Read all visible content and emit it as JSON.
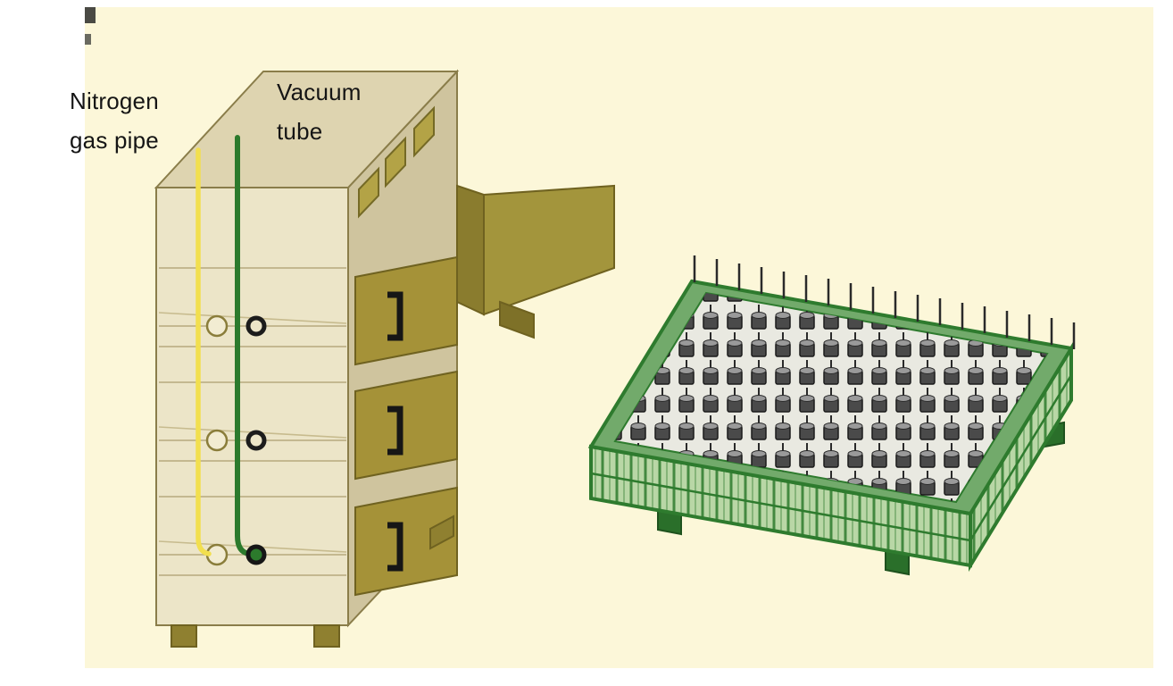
{
  "figure": {
    "labels": {
      "nitrogen_line1": "Nitrogen",
      "nitrogen_line2": "gas pipe",
      "vacuum_line1": "Vacuum",
      "vacuum_line2": "tube"
    },
    "colors": {
      "background": "#fcf7d9",
      "cabinet-front": "#ece5c8",
      "cabinet-top": "#ded4b0",
      "cabinet-side": "#cfc49e",
      "cabinet-outline": "#8a7d4a",
      "drawer-panel": "#a59238",
      "door-panel": "#a3953c",
      "handle": "#161616",
      "nitrogen-pipe": "#f2df4e",
      "vacuum-tube": "#2c7a2c",
      "tray-green": "#2e7b2e",
      "tray-wall": "#b9d7a6",
      "tray-rim": "#72aa6b",
      "component-body": "#4a4a4a"
    }
  }
}
